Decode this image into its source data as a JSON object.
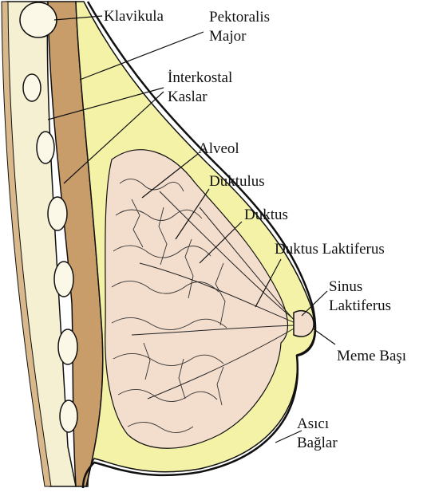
{
  "labels": {
    "klavikula": "Klavikula",
    "pektoralis_major": [
      "Pektoralis",
      "Major"
    ],
    "interkostal_kaslar": [
      "İnterkostal",
      "Kaslar"
    ],
    "alveol": "Alveol",
    "duktulus": "Duktulus",
    "duktus": "Duktus",
    "duktus_laktiferus": "Duktus Laktiferus",
    "sinus_laktiferus": [
      "Sinus",
      "Laktiferus"
    ],
    "meme_basi": "Meme Başı",
    "asici_baglar": [
      "Asıcı",
      "Bağlar"
    ]
  },
  "colors": {
    "fat_yellow": "#F4F2A6",
    "muscle_brown": "#C99D6A",
    "gland_pink": "#F3DDCD",
    "bone_cream": "#FCF8E8",
    "outline": "#111111"
  }
}
